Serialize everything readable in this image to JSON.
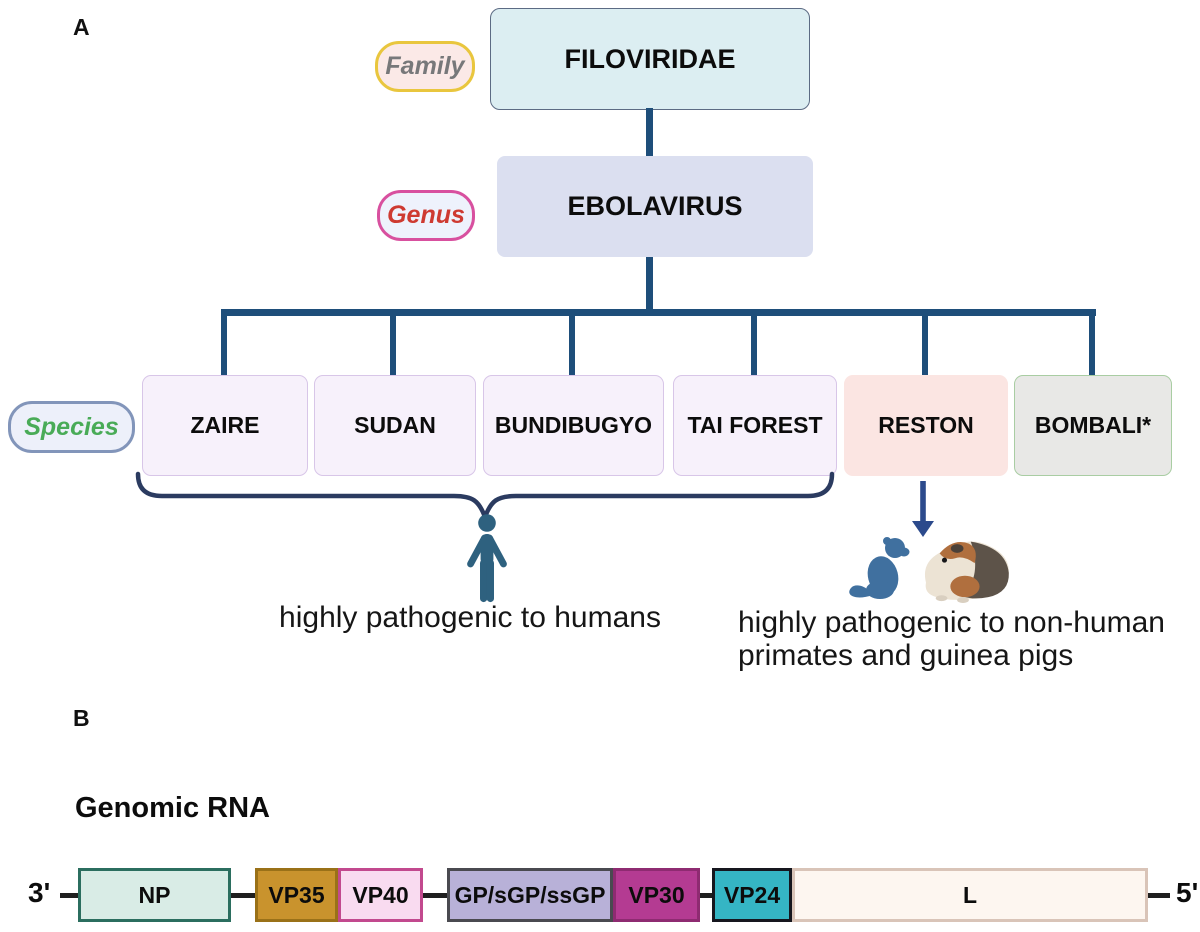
{
  "figure": {
    "panel_a": {
      "label": "A",
      "family_tag": "Family",
      "family_box": "FILOVIRIDAE",
      "genus_tag": "Genus",
      "genus_box": "EBOLAVIRUS",
      "species_tag": "Species",
      "species": [
        {
          "name": "ZAIRE",
          "fill": "#f7f1fb",
          "border": "#d8c6e8"
        },
        {
          "name": "SUDAN",
          "fill": "#f7f1fb",
          "border": "#d8c6e8"
        },
        {
          "name": "BUNDIBUGYO",
          "fill": "#f7f1fb",
          "border": "#d8c6e8"
        },
        {
          "name": "TAI FOREST",
          "fill": "#f7f1fb",
          "border": "#d8c6e8"
        },
        {
          "name": "RESTON",
          "fill": "#fbe5e2",
          "border": "none"
        },
        {
          "name": "BOMBALI*",
          "fill": "#e8e8e6",
          "border": "#a9cda3"
        }
      ],
      "human_group_caption": "highly pathogenic to humans",
      "nhp_caption_line1": "highly pathogenic to non-human",
      "nhp_caption_line2": "primates and guinea pigs",
      "icons": [
        "human-icon",
        "monkey-icon",
        "guinea-pig-icon",
        "curly-brace",
        "down-arrow-icon"
      ]
    },
    "panel_b": {
      "label": "B",
      "title": "Genomic RNA",
      "end_left": "3'",
      "end_right": "5'",
      "genes": [
        {
          "name": "NP",
          "fill": "#d9ece6",
          "border": "#2b6e5f"
        },
        {
          "name": "VP35",
          "fill": "#c9932d",
          "border": "#9a7118"
        },
        {
          "name": "VP40",
          "fill": "#f9dbf0",
          "border": "#c2498e"
        },
        {
          "name": "GP/sGP/ssGP",
          "fill": "#b8b1d8",
          "border": "#4a4a50"
        },
        {
          "name": "VP30",
          "fill": "#b43b92",
          "border": "#8e2b71"
        },
        {
          "name": "VP24",
          "fill": "#35b5c4",
          "border": "#16161e"
        },
        {
          "name": "L",
          "fill": "#fdf6f0",
          "border": "#d9c4b8"
        }
      ]
    },
    "colors": {
      "tree_line": "#1e4e7a",
      "brace": "#2b3b60",
      "arrow": "#2c4a8c",
      "human_icon": "#2e617f",
      "monkey_icon": "#40709f",
      "backbone": "#1f1f1f"
    }
  }
}
